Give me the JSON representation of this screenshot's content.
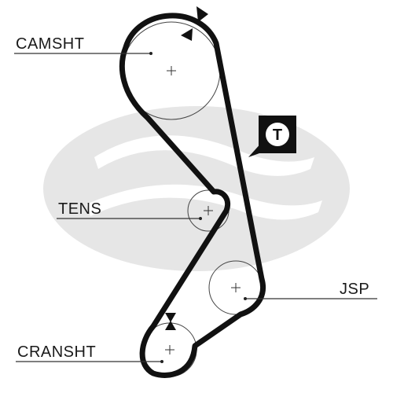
{
  "labels": {
    "camshaft": "CAMSHT",
    "tensioner": "TENS",
    "jackshaft": "JSP",
    "crankshaft": "CRANSHT",
    "tensioner_badge": "T"
  },
  "colors": {
    "belt": "#111111",
    "watermark": "#e6e6e6",
    "text": "#1a1a1a"
  },
  "icons": {
    "badge": "tensioner-badge-icon",
    "direction_arrow": "rotation-arrow-icon"
  }
}
